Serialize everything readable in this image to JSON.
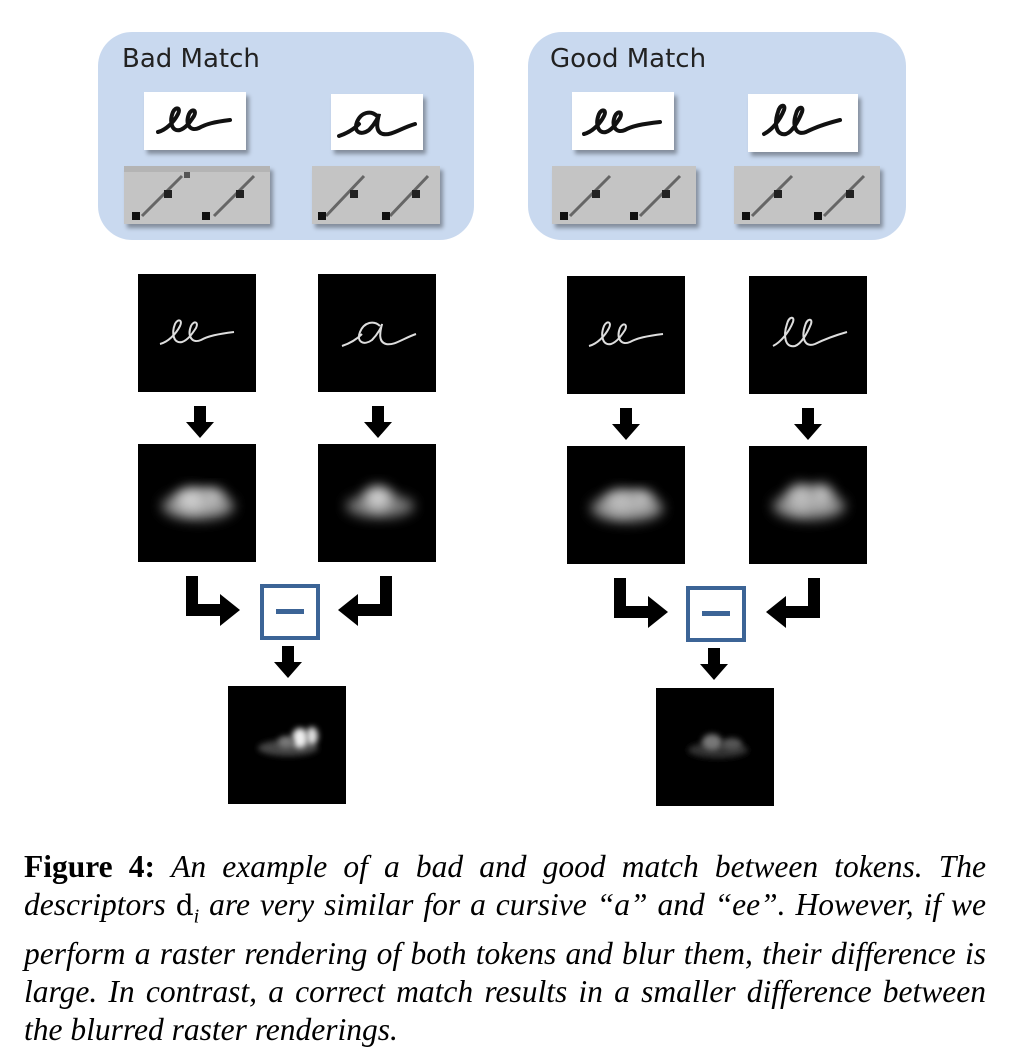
{
  "panels": [
    {
      "title": "Bad Match"
    },
    {
      "title": "Good Match"
    }
  ],
  "operator_symbol": "−",
  "caption": {
    "label": "Figure 4:",
    "text_before": "An example of a bad and good match between tokens. The descriptors ",
    "symbol": "d",
    "symbol_sub": "i",
    "text_after": " are very similar for a cursive “a” and “ee”. However, if we perform a raster rendering of both tokens and blur them, their difference is large. In contrast, a correct match results in a smaller difference between the blurred raster renderings."
  },
  "colors": {
    "panel_bg": "#c9d9ef",
    "minus_border": "#3c6496",
    "descriptor_gray": "#c4c4c4"
  }
}
